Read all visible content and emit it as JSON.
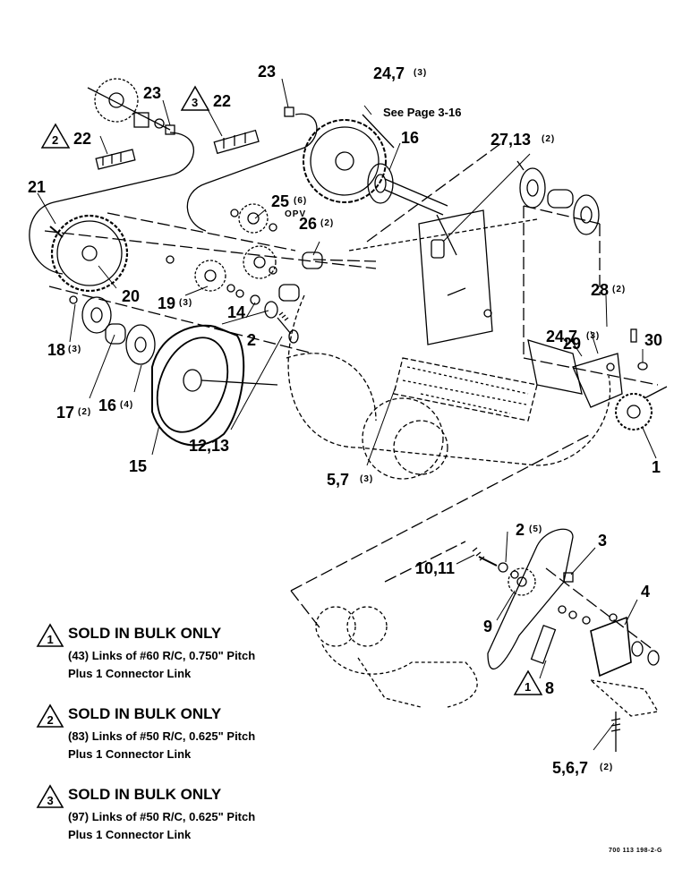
{
  "callouts": {
    "c23a": "23",
    "c23b": "23",
    "c24_7_top": "24,7",
    "c24_7_top_sup": "(3)",
    "see_page": "See Page 3-16",
    "c16": "16",
    "c22a_num": "2",
    "c22a": "22",
    "c22b_num": "3",
    "c22b": "22",
    "c27_13": "27,13",
    "c27_13_sup": "(2)",
    "c21": "21",
    "c25": "25",
    "c25_sup": "(6)",
    "opv": "OPV",
    "c26": "26",
    "c26_sup": "(2)",
    "c20": "20",
    "c19": "19",
    "c19_sup": "(3)",
    "c28": "28",
    "c28_sup": "(2)",
    "c18": "18",
    "c18_sup": "(3)",
    "c14": "14",
    "c2_mid": "2",
    "c24_7_right": "24,7",
    "c24_7_right_sup": "(3)",
    "c29": "29",
    "c30": "30",
    "c17": "17",
    "c17_sup": "(2)",
    "c16_4": "16",
    "c16_4_sup": "(4)",
    "c12_13": "12,13",
    "c15": "15",
    "c5_7": "5,7",
    "c5_7_sup": "(3)",
    "c1": "1",
    "c2_low": "2",
    "c2_low_sup": "(5)",
    "c3": "3",
    "c10_11": "10,11",
    "c4": "4",
    "c9": "9",
    "c8_num": "1",
    "c8": "8",
    "c5_6_7": "5,6,7",
    "c5_6_7_sup": "(2)"
  },
  "legend": [
    {
      "num": "1",
      "title": "SOLD IN BULK ONLY",
      "line1": "(43) Links of #60 R/C, 0.750\" Pitch",
      "line2": "Plus 1 Connector Link"
    },
    {
      "num": "2",
      "title": "SOLD IN BULK ONLY",
      "line1": "(83) Links of #50 R/C, 0.625\" Pitch",
      "line2": "Plus 1 Connector Link"
    },
    {
      "num": "3",
      "title": "SOLD IN BULK ONLY",
      "line1": "(97) Links of #50 R/C, 0.625\" Pitch",
      "line2": "Plus 1 Connector Link"
    }
  ],
  "drawing_number": "700 113 198-2-G"
}
